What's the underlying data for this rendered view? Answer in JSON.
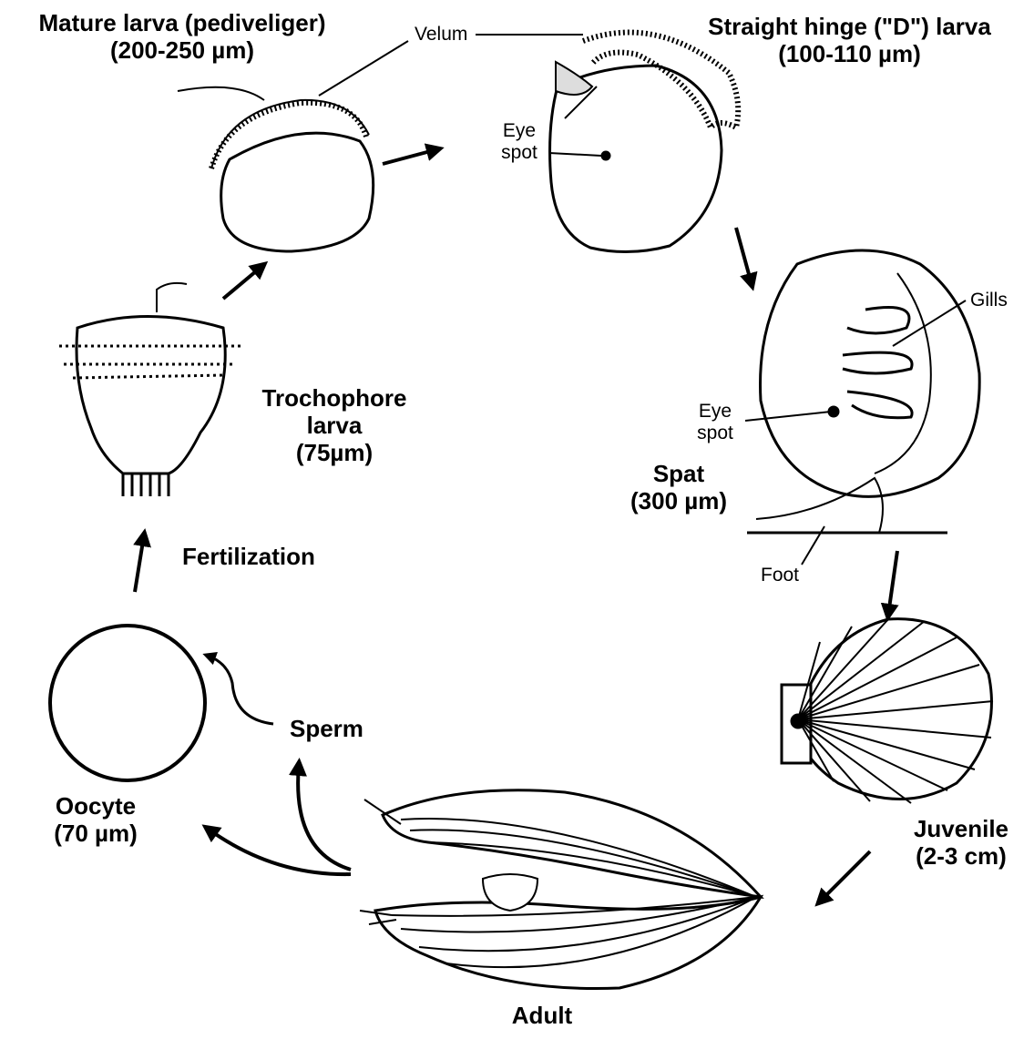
{
  "stages": {
    "mature_larva": {
      "name": "Mature larva (pediveliger)",
      "size": "(200-250 µm)"
    },
    "d_larva": {
      "name": "Straight hinge (\"D\") larva",
      "size": "(100-110 µm)"
    },
    "spat": {
      "name": "Spat",
      "size": "(300 µm)"
    },
    "juvenile": {
      "name": "Juvenile",
      "size": "(2-3 cm)"
    },
    "adult": {
      "name": "Adult"
    },
    "oocyte": {
      "name": "Oocyte",
      "size": "(70 µm)"
    },
    "sperm": {
      "name": "Sperm"
    },
    "trochophore": {
      "name_line1": "Trochophore",
      "name_line2": "larva",
      "size": "(75µm)"
    }
  },
  "process": {
    "fertilization": "Fertilization"
  },
  "parts": {
    "velum": "Velum",
    "eye_spot_line1": "Eye",
    "eye_spot_line2": "spot",
    "gills": "Gills",
    "foot": "Foot"
  }
}
